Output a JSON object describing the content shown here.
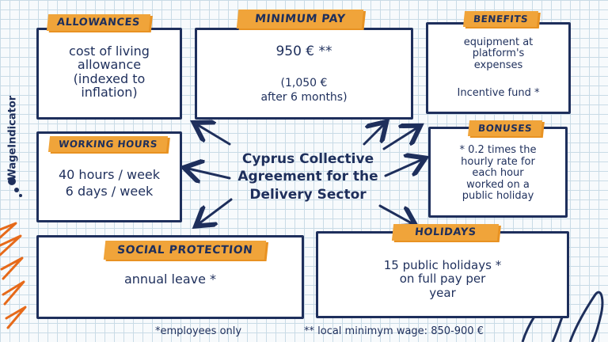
{
  "brand": "WageIndicator",
  "colors": {
    "navy": "#1e2f5c",
    "orange": "#f0a43a",
    "grid": "#c9dbe6"
  },
  "center": {
    "line1": "Cyprus Collective",
    "line2": "Agreement for the",
    "line3": "Delivery Sector"
  },
  "allowances": {
    "title": "ALLOWANCES",
    "lines": [
      "cost of living",
      "allowance",
      "(indexed to",
      "inflation)"
    ]
  },
  "minimum_pay": {
    "title": "MINIMUM PAY",
    "amount": "950 € **",
    "note_line1": "(1,050 €",
    "note_line2": "after 6 months)"
  },
  "benefits": {
    "title": "BENEFITS",
    "lines": [
      "equipment at",
      "platform's",
      "expenses"
    ],
    "extra": "Incentive fund *"
  },
  "working_hours": {
    "title": "WORKING HOURS",
    "line1": "40 hours / week",
    "line2": "6 days / week"
  },
  "bonuses": {
    "title": "BONUSES",
    "lines": [
      "* 0.2 times the",
      "hourly rate for",
      "each hour",
      "worked on a",
      "public holiday"
    ]
  },
  "social_protection": {
    "title": "SOCIAL PROTECTION",
    "line1": "annual leave *"
  },
  "holidays": {
    "title": "HOLIDAYS",
    "lines": [
      "15 public holidays *",
      "on full pay per",
      "year"
    ]
  },
  "footnotes": {
    "employees": "*employees only",
    "local_wage": "** local minimym wage: 850-900 €"
  }
}
